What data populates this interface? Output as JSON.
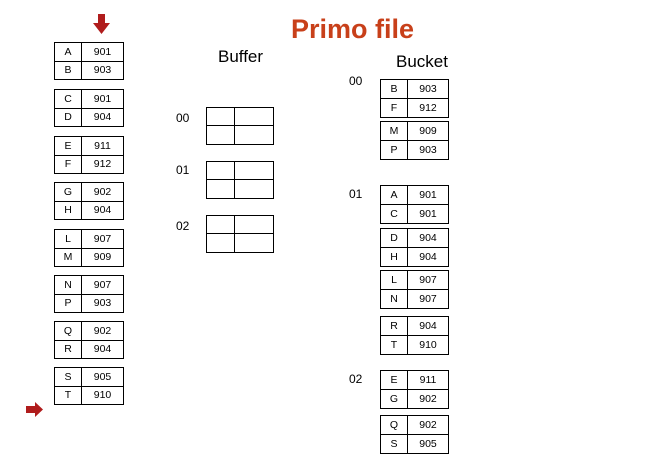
{
  "title": "Primo file",
  "buffer_heading": "Buffer",
  "bucket_heading": "Bucket",
  "accent_color": "#c8401a",
  "arrow_color": "#b01c1c",
  "file_pages": [
    [
      [
        "A",
        "901"
      ],
      [
        "B",
        "903"
      ]
    ],
    [
      [
        "C",
        "901"
      ],
      [
        "D",
        "904"
      ]
    ],
    [
      [
        "E",
        "911"
      ],
      [
        "F",
        "912"
      ]
    ],
    [
      [
        "G",
        "902"
      ],
      [
        "H",
        "904"
      ]
    ],
    [
      [
        "L",
        "907"
      ],
      [
        "M",
        "909"
      ]
    ],
    [
      [
        "N",
        "907"
      ],
      [
        "P",
        "903"
      ]
    ],
    [
      [
        "Q",
        "902"
      ],
      [
        "R",
        "904"
      ]
    ],
    [
      [
        "S",
        "905"
      ],
      [
        "T",
        "910"
      ]
    ]
  ],
  "buffer_labels": [
    "00",
    "01",
    "02"
  ],
  "buckets": [
    {
      "label": "00",
      "pages": [
        [
          [
            "B",
            "903"
          ],
          [
            "F",
            "912"
          ]
        ],
        [
          [
            "M",
            "909"
          ],
          [
            "P",
            "903"
          ]
        ]
      ]
    },
    {
      "label": "01",
      "pages": [
        [
          [
            "A",
            "901"
          ],
          [
            "C",
            "901"
          ]
        ],
        [
          [
            "D",
            "904"
          ],
          [
            "H",
            "904"
          ]
        ],
        [
          [
            "L",
            "907"
          ],
          [
            "N",
            "907"
          ]
        ],
        [
          [
            "R",
            "904"
          ],
          [
            "T",
            "910"
          ]
        ]
      ]
    },
    {
      "label": "02",
      "pages": [
        [
          [
            "E",
            "911"
          ],
          [
            "G",
            "902"
          ]
        ],
        [
          [
            "Q",
            "902"
          ],
          [
            "S",
            "905"
          ]
        ]
      ]
    }
  ]
}
